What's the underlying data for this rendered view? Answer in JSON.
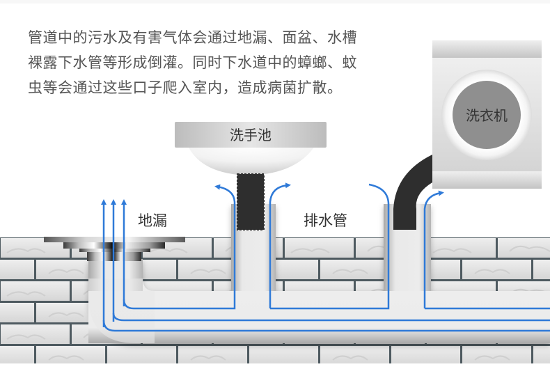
{
  "description": {
    "lines": [
      "管道中的污水及有害气体会通过地漏、面盆、水槽",
      "裸露下水管等形成倒灌。同时下水道中的蟑螂、蚊",
      "虫等会通过这些口子爬入室内，造成病菌扩散。"
    ]
  },
  "labels": {
    "basin": "洗手池",
    "washer": "洗衣机",
    "floor_drain": "地漏",
    "drain_pipe": "排水管"
  },
  "colors": {
    "arrow_blue": "#2f7ad8",
    "hose_dark": "#2e2e2e",
    "text_gray": "#555555",
    "brick_light": "#e4e4e4",
    "mortar": "#4e5a60"
  }
}
